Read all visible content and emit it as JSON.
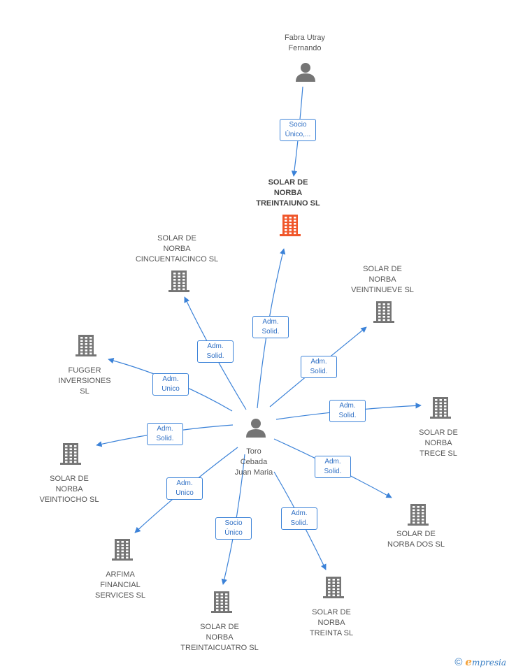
{
  "nodes": [
    {
      "id": "fabra",
      "kind": "person",
      "label": "Fabra Utray\nFernando"
    },
    {
      "id": "treintaiuno",
      "kind": "company-focus",
      "label": "SOLAR DE\nNORBA\nTREINTAIUNO SL"
    },
    {
      "id": "cincuentaicinco",
      "kind": "company",
      "label": "SOLAR DE\nNORBA\nCINCUENTAICINCO SL"
    },
    {
      "id": "veintinueve",
      "kind": "company",
      "label": "SOLAR DE\nNORBA\nVEINTINUEVE SL"
    },
    {
      "id": "fugger",
      "kind": "company",
      "label": "FUGGER\nINVERSIONES\nSL"
    },
    {
      "id": "trece",
      "kind": "company",
      "label": "SOLAR DE\nNORBA\nTRECE SL"
    },
    {
      "id": "toro",
      "kind": "person",
      "label": "Toro\nCebada\nJuan Maria"
    },
    {
      "id": "veintiocho",
      "kind": "company",
      "label": "SOLAR DE\nNORBA\nVEINTIOCHO SL"
    },
    {
      "id": "dos",
      "kind": "company",
      "label": "SOLAR DE\nNORBA DOS SL"
    },
    {
      "id": "arfima",
      "kind": "company",
      "label": "ARFIMA\nFINANCIAL\nSERVICES  SL"
    },
    {
      "id": "treintaicuatro",
      "kind": "company",
      "label": "SOLAR DE\nNORBA\nTREINTAICUATRO SL"
    },
    {
      "id": "treinta",
      "kind": "company",
      "label": "SOLAR DE\nNORBA\nTREINTA SL"
    }
  ],
  "edges": [
    {
      "from": "fabra",
      "to": "treintaiuno",
      "label": "Socio\nÚnico,..."
    },
    {
      "from": "toro",
      "to": "treintaiuno",
      "label": "Adm.\nSolid."
    },
    {
      "from": "toro",
      "to": "cincuentaicinco",
      "label": "Adm.\nSolid."
    },
    {
      "from": "toro",
      "to": "veintinueve",
      "label": "Adm.\nSolid."
    },
    {
      "from": "toro",
      "to": "fugger",
      "label": "Adm.\nUnico"
    },
    {
      "from": "toro",
      "to": "trece",
      "label": "Adm.\nSolid."
    },
    {
      "from": "toro",
      "to": "veintiocho",
      "label": "Adm.\nSolid."
    },
    {
      "from": "toro",
      "to": "dos",
      "label": "Adm.\nSolid."
    },
    {
      "from": "toro",
      "to": "arfima",
      "label": "Adm.\nUnico"
    },
    {
      "from": "toro",
      "to": "treintaicuatro",
      "label": "Socio\nÚnico"
    },
    {
      "from": "toro",
      "to": "treinta",
      "label": "Adm.\nSolid."
    }
  ],
  "colors": {
    "edge": "#3b82d8",
    "node": "#757575",
    "focus": "#f0562a"
  },
  "footer": {
    "copyright": "©",
    "brand_initial": "e",
    "brand_rest": "mpresia"
  }
}
